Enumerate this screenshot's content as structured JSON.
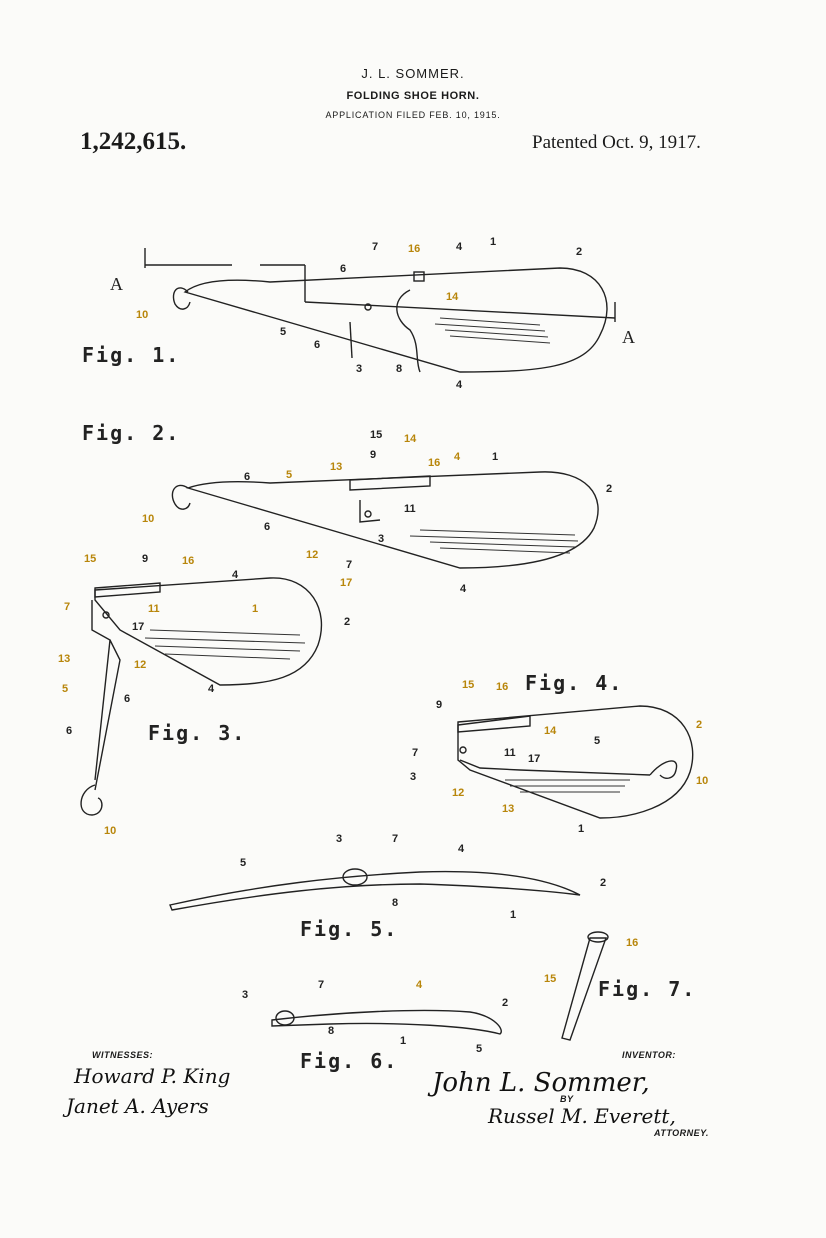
{
  "header": {
    "inventor": "J. L. SOMMER.",
    "title": "FOLDING SHOE HORN.",
    "application": "APPLICATION FILED FEB. 10, 1915.",
    "patent_number": "1,242,615.",
    "patented": "Patented Oct. 9, 1917."
  },
  "figures": {
    "fig1": "Fig. 1.",
    "fig2": "Fig. 2.",
    "fig3": "Fig. 3.",
    "fig4": "Fig. 4.",
    "fig5": "Fig. 5.",
    "fig6": "Fig. 6.",
    "fig7": "Fig. 7."
  },
  "section_marks": {
    "left": "A",
    "right": "A"
  },
  "labels": {
    "witnesses": "WITNESSES:",
    "inventor": "INVENTOR:",
    "by": "BY",
    "attorney": "ATTORNEY."
  },
  "signatures": {
    "witness1": "Howard P. King",
    "witness2": "Janet A. Ayers",
    "inventor": "John L. Sommer,",
    "attorney": "Russel M. Everett,"
  },
  "reference_numerals": {
    "n1": "1",
    "n2": "2",
    "n3": "3",
    "n4": "4",
    "n5": "5",
    "n6": "6",
    "n7": "7",
    "n8": "8",
    "n9": "9",
    "n10": "10",
    "n11": "11",
    "n12": "12",
    "n13": "13",
    "n14": "14",
    "n15": "15",
    "n16": "16",
    "n17": "17"
  },
  "colors": {
    "ink": "#222222",
    "highlight": "#f5d76e",
    "paper": "#fbfbf9"
  }
}
